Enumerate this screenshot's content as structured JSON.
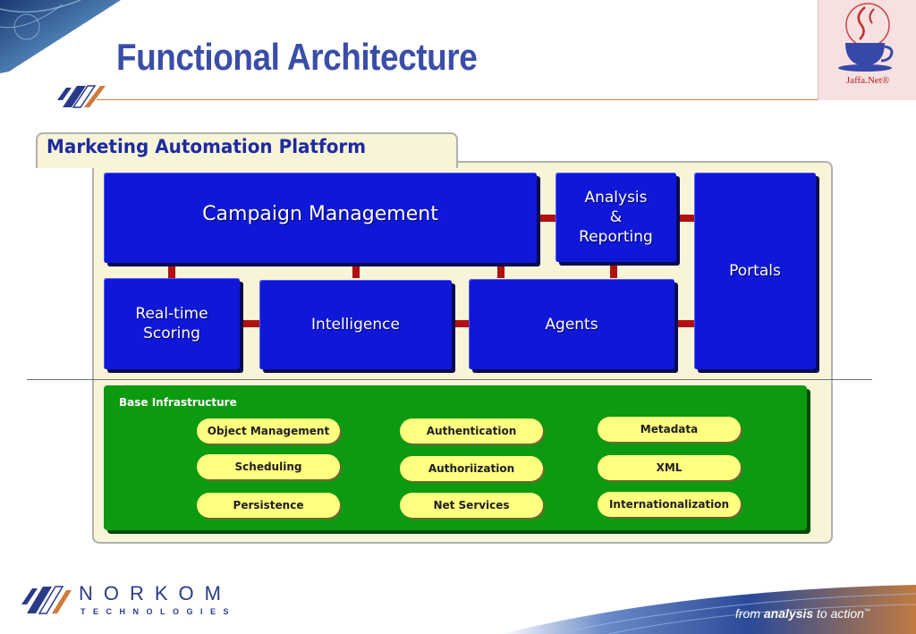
{
  "slide": {
    "title": "Functional Architecture"
  },
  "corner_logo": {
    "label": "Jaffa.Net®"
  },
  "platform": {
    "label": "Marketing Automation Platform",
    "modules": {
      "campaign": "Campaign Management",
      "analysis_line1": "Analysis",
      "analysis_line2": "&",
      "analysis_line3": "Reporting",
      "portals": "Portals",
      "scoring_line1": "Real-time",
      "scoring_line2": "Scoring",
      "intelligence": "Intelligence",
      "agents": "Agents"
    },
    "base": {
      "label": "Base Infrastructure",
      "items": [
        "Object Management",
        "Authentication",
        "Metadata",
        "Scheduling",
        "Authoriization",
        "XML",
        "Persistence",
        "Net Services",
        "Internationalization"
      ]
    }
  },
  "footer": {
    "company": "NORKOM",
    "company_sub": "TECHNOLOGIES",
    "tagline_prefix": "from ",
    "tagline_bold": "analysis",
    "tagline_suffix": " to action",
    "tagline_mark": "™"
  },
  "colors": {
    "title": "#3a4ea8",
    "module_blue": "#1018d8",
    "connector_red": "#b01010",
    "base_green": "#0c9a10",
    "pill_yellow": "#ffff80",
    "panel_cream": "#f7f4d8"
  }
}
